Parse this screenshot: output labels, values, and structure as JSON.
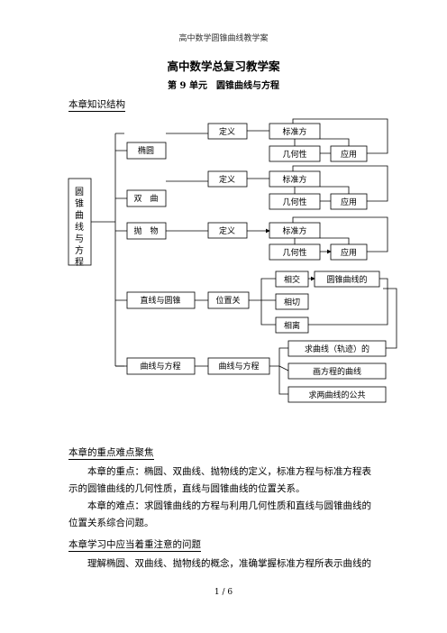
{
  "header": "高中数学圆锥曲线教学案",
  "title": "高中数学总复习教学案",
  "subtitle": "第 9 单元　圆锥曲线与方程",
  "section1": "本章知识结构",
  "diagram": {
    "root": "圆锥曲线与方程",
    "ellipse": "椭圆",
    "hyperbola": "双　曲",
    "parabola": "抛　物",
    "line_conic": "直线与圆锥",
    "curve_eq": "曲线与方程",
    "definition": "定义",
    "standard_eq": "标准方",
    "geom_props": "几何性",
    "application": "应用",
    "position_rel": "位置关",
    "intersect": "相交",
    "tangent": "相切",
    "separate": "相离",
    "conic_common": "圆锥曲线的",
    "find_trajectory": "求曲线（轨迹）的",
    "curve_of_eq": "画方程的曲线",
    "common_points": "求两曲线的公共"
  },
  "section2": "本章的重点难点聚焦",
  "para1": "本章的重点：椭圆、双曲线、抛物线的定义，标准方程与标准方程表示的圆锥曲线的几何性质，直线与圆锥曲线的位置关系。",
  "para2": "本章的难点：求圆锥曲线的方程与利用几何性质和直线与圆锥曲线的位置关系综合问题。",
  "section3": "本章学习中应当着重注意的问题",
  "para3": "理解椭圆、双曲线、抛物线的概念，准确掌握标准方程所表示曲线的",
  "page_num": "1 / 6"
}
